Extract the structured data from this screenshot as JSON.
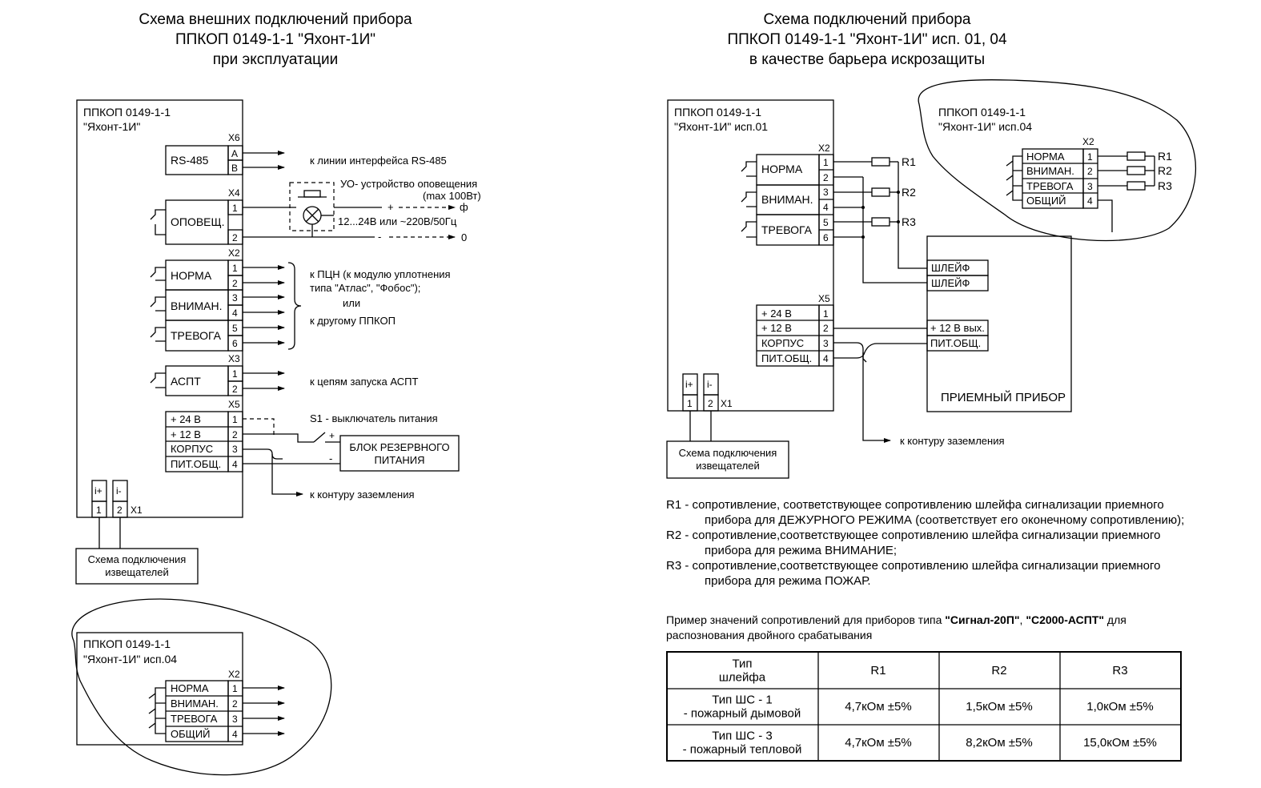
{
  "left_title": [
    "Схема внешних подключений прибора",
    "ППКОП 0149-1-1 \"Яхонт-1И\"",
    "при эксплуатации"
  ],
  "right_title": [
    "Схема подключений прибора",
    "ППКОП 0149-1-1 \"Яхонт-1И\" исп. 01, 04",
    "в качестве барьера искрозащиты"
  ],
  "left_device": [
    "ППКОП 0149-1-1",
    "\"Яхонт-1И\""
  ],
  "left_device_04": [
    "ППКОП 0149-1-1",
    "\"Яхонт-1И\" исп.04"
  ],
  "right_device_01": [
    "ППКОП 0149-1-1",
    "\"Яхонт-1И\" исп.01"
  ],
  "right_device_04": [
    "ППКОП 0149-1-1",
    "\"Яхонт-1И\" исп.04"
  ],
  "connectors": {
    "x1": "X1",
    "x2": "X2",
    "x3": "X3",
    "x4": "X4",
    "x5": "X5",
    "x6": "X6"
  },
  "pins": {
    "a": "A",
    "b": "B",
    "p1": "1",
    "p2": "2",
    "p3": "3",
    "p4": "4",
    "p5": "5",
    "p6": "6",
    "ip": "i+",
    "im": "i-"
  },
  "blocks": {
    "rs485": "RS-485",
    "opov": "ОПОВЕЩ.",
    "norma": "НОРМА",
    "vniman": "ВНИМАН.",
    "trevoga": "ТРЕВОГА",
    "obshiy": "ОБЩИЙ",
    "aspt": "АСПТ",
    "p24": "+ 24 В",
    "p12": "+ 12 В",
    "korpus": "КОРПУС",
    "pitobsh": "ПИТ.ОБЩ."
  },
  "left_labels": {
    "rs485_line": "к линии интерфейса RS-485",
    "uo_line1": "УО- устройство оповещения",
    "uo_line2": "(max 100Вт)",
    "voltage": "12...24В или ~220В/50Гц",
    "phi": "ф",
    "plus": "+",
    "minus": "-",
    "zero": "0",
    "pcn1": "к ПЦН (к модулю уплотнения",
    "pcn2": "типа \"Атлас\", \"Фобос\");",
    "pcn3": "или",
    "pcn4": "к другому ППКОП",
    "aspt_line": "к цепям запуска АСПТ",
    "s1": "S1 - выключатель питания",
    "backup1": "БЛОК РЕЗЕРВНОГО",
    "backup2": "ПИТАНИЯ",
    "ground": "к контуру заземления",
    "sensors1": "Схема подключения",
    "sensors2": "извещателей"
  },
  "right_labels": {
    "r1": "R1",
    "r2": "R2",
    "r3": "R3",
    "shleif": "ШЛЕЙФ",
    "p12out": "+ 12 В вых.",
    "pitobsh": "ПИТ.ОБЩ.",
    "receiver": "ПРИЕМНЫЙ ПРИБОР",
    "ground": "к контуру заземления",
    "sensors1": "Схема подключения",
    "sensors2": "извещателей"
  },
  "notes": [
    "R1 - сопротивление, соответствующее сопротивлению шлейфа сигнализации приемного",
    "прибора для ДЕЖУРНОГО РЕЖИМА (соответствует его оконечному сопротивлению);",
    "R2 - сопротивление,соответствующее сопротивлению шлейфа сигнализации приемного",
    "прибора для режима ВНИМАНИЕ;",
    "R3 - сопротивление,соответствующее сопротивлению шлейфа сигнализации приемного",
    "прибора для режима ПОЖАР."
  ],
  "example": {
    "prefix": "Пример значений сопротивлений для приборов типа ",
    "dev1": "\"Сигнал-20П\"",
    "sep": ", ",
    "dev2": "\"С2000-АСПТ\"",
    "suffix": " для",
    "line2": "распознования двойного срабатывания"
  },
  "table": {
    "header": [
      "Тип\nшлейфа",
      "R1",
      "R2",
      "R3"
    ],
    "rows": [
      [
        "Тип ШС - 1\n- пожарный дымовой",
        "4,7кОм ±5%",
        "1,5кОм ±5%",
        "1,0кОм ±5%"
      ],
      [
        "Тип ШС - 3\n- пожарный тепловой",
        "4,7кОм ±5%",
        "8,2кОм ±5%",
        "15,0кОм ±5%"
      ]
    ]
  }
}
